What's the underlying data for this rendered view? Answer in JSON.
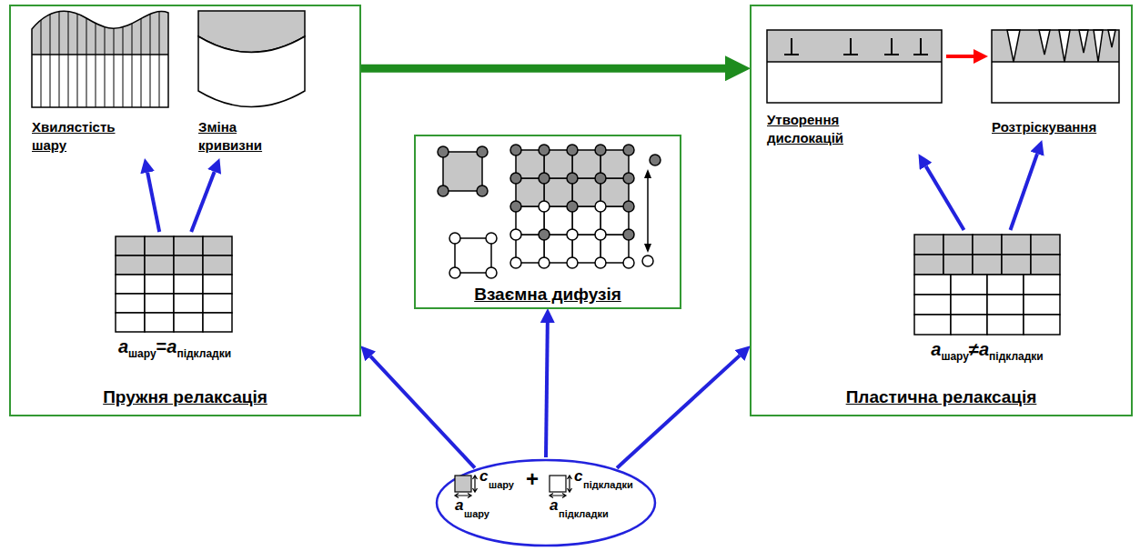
{
  "diagram": {
    "nodes": [
      {
        "text": [
          "Пружня релаксація"
        ]
      },
      {
        "text": [
          "Хвилястість шару"
        ],
        "in": 0
      },
      {
        "text": [
          "Зміна кривизни"
        ],
        "in": 0
      },
      {
        "text": [
          "a",
          "шару",
          "=",
          "a",
          "підкладки"
        ],
        "in": 0
      },
      {
        "text": [
          "Взаємна дифузія"
        ]
      },
      {
        "text": [
          "Пластична релаксація"
        ]
      },
      {
        "text": [
          "Утворення дислокацій"
        ],
        "in": 5
      },
      {
        "text": [
          "Розтріскування"
        ],
        "in": 5
      },
      {
        "text": [
          "a",
          "шару",
          "≠",
          "a",
          "підкладки"
        ],
        "in": 5
      },
      {
        "text": [
          "c",
          "шару",
          "a",
          "шару",
          "+",
          "c",
          "підкладки",
          "a",
          "підкладки"
        ]
      }
    ],
    "edges": [
      {
        "from": 3,
        "to": 1,
        "arrow": "to"
      },
      {
        "from": 3,
        "to": 2,
        "arrow": "to"
      },
      {
        "from": 0,
        "to": 5,
        "arrow": "to"
      },
      {
        "from": 6,
        "to": 7,
        "arrow": "to"
      },
      {
        "from": 8,
        "to": 6,
        "arrow": "to"
      },
      {
        "from": 8,
        "to": 7,
        "arrow": "to"
      },
      {
        "from": 9,
        "to": 0,
        "arrow": "to"
      },
      {
        "from": 9,
        "to": 4,
        "arrow": "to"
      },
      {
        "from": 9,
        "to": 5,
        "arrow": "to"
      }
    ]
  }
}
